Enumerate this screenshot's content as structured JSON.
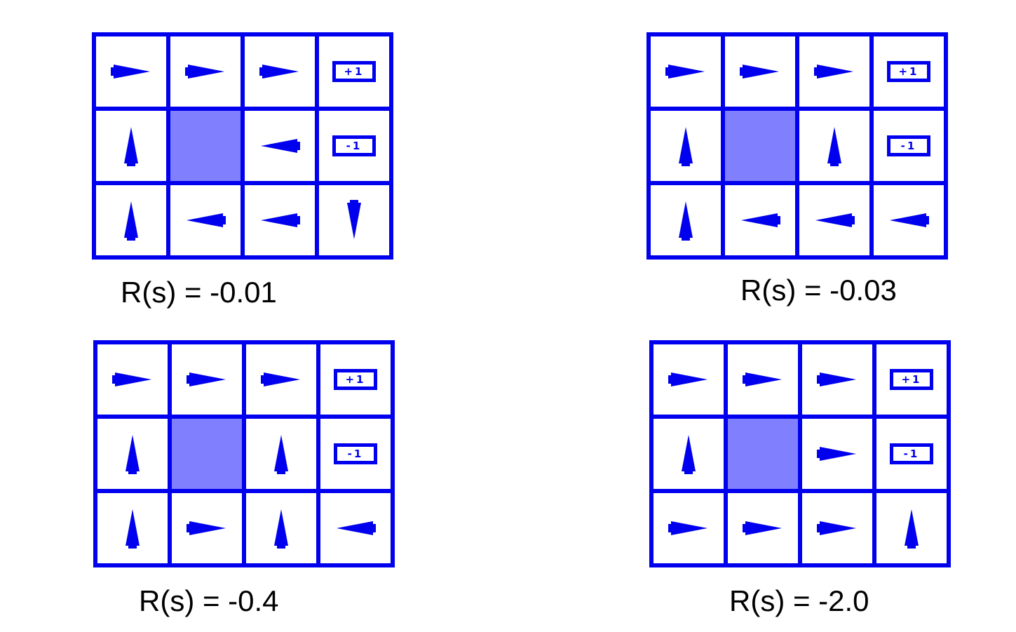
{
  "colors": {
    "grid_line": "#0000ee",
    "wall": "#8080ff",
    "arrow": "#0000ee",
    "background": "#ffffff"
  },
  "panels": [
    {
      "caption": "R(s) = -0.01",
      "policy": [
        [
          "right-arrow",
          "right-arrow",
          "right-arrow",
          "terminal-plus"
        ],
        [
          "up-arrow",
          "wall",
          "left-arrow",
          "terminal-minus"
        ],
        [
          "up-arrow",
          "left-arrow",
          "left-arrow",
          "down-arrow"
        ]
      ]
    },
    {
      "caption": "R(s) = -0.03",
      "policy": [
        [
          "right-arrow",
          "right-arrow",
          "right-arrow",
          "terminal-plus"
        ],
        [
          "up-arrow",
          "wall",
          "up-arrow",
          "terminal-minus"
        ],
        [
          "up-arrow",
          "left-arrow",
          "left-arrow",
          "left-arrow"
        ]
      ]
    },
    {
      "caption": "R(s) = -0.4",
      "policy": [
        [
          "right-arrow",
          "right-arrow",
          "right-arrow",
          "terminal-plus"
        ],
        [
          "up-arrow",
          "wall",
          "up-arrow",
          "terminal-minus"
        ],
        [
          "up-arrow",
          "right-arrow",
          "up-arrow",
          "left-arrow"
        ]
      ]
    },
    {
      "caption": "R(s) = -2.0",
      "policy": [
        [
          "right-arrow",
          "right-arrow",
          "right-arrow",
          "terminal-plus"
        ],
        [
          "up-arrow",
          "wall",
          "right-arrow",
          "terminal-minus"
        ],
        [
          "right-arrow",
          "right-arrow",
          "right-arrow",
          "up-arrow"
        ]
      ]
    }
  ],
  "terminals": {
    "plus_label": "+1",
    "minus_label": "-1"
  }
}
